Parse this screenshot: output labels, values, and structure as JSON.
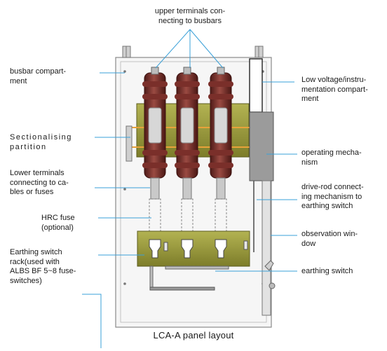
{
  "labels": {
    "upper_terminals": "upper terminals con-\nnecting to busbars",
    "busbar_compartment": "busbar compart-\nment",
    "sectionalising_partition": "Sectionalising\npartition",
    "lower_terminals": "Lower terminals\nconnecting to ca-\nbles or fuses",
    "hrc_fuse": "HRC fuse\n(optional)",
    "earthing_switch_rack": "Earthing switch\nrack(used with\nALBS BF 5~8 fuse-\nswitches)",
    "low_voltage_compartment": "Low voltage/instru-\nmentation compart-\nment",
    "operating_mechanism": "operating mecha-\nnism",
    "drive_rod": "drive-rod connect-\ning mechanism to\nearthing switch",
    "observation_window": "observation win-\ndow",
    "earthing_switch": "earthing switch"
  },
  "caption": "LCA-A  panel layout",
  "colors": {
    "leader_line": "#3aa0d8",
    "insulator": "#7a2f2a",
    "plate": "#9a9a3a",
    "cabinet": "#f3f3f3"
  }
}
